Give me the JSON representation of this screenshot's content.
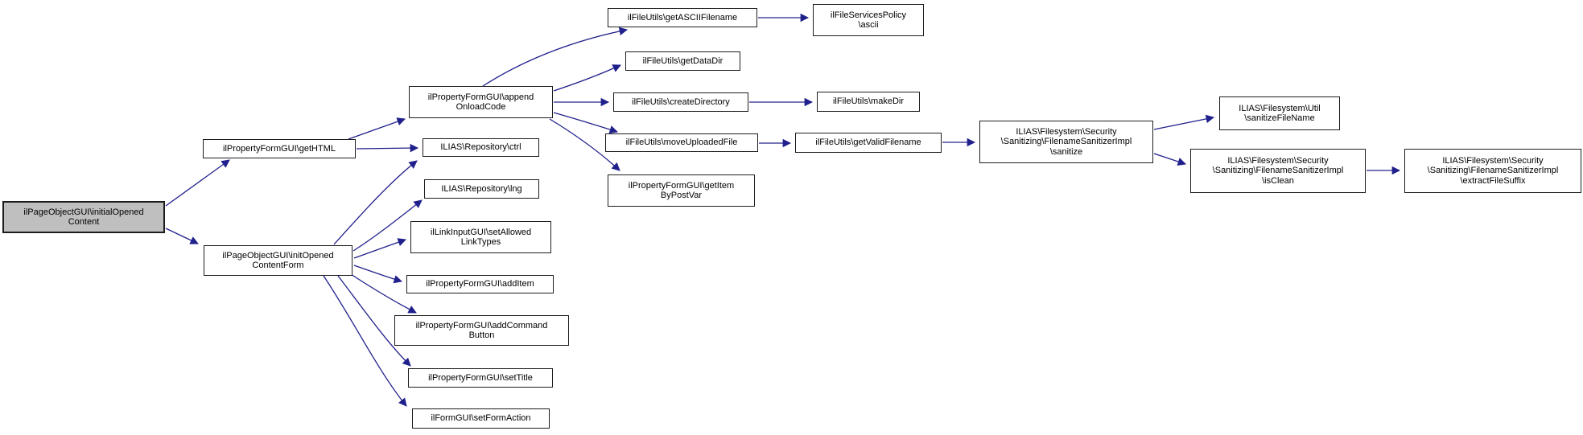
{
  "diagram": {
    "type": "call-graph",
    "colors": {
      "edge": "#20208c",
      "node_fill": "#ffffff",
      "node_border": "#1c1c1c",
      "highlight_fill": "#bfbfbf",
      "text": "#000000"
    },
    "nodes": [
      {
        "id": "initialOpenedContent",
        "label": "ilPageObjectGUI\\initialOpened\nContent",
        "highlighted": true
      },
      {
        "id": "getHTML",
        "label": "ilPropertyFormGUI\\getHTML",
        "highlighted": false
      },
      {
        "id": "appendOnloadCode",
        "label": "ilPropertyFormGUI\\append\nOnloadCode",
        "highlighted": false
      },
      {
        "id": "ctrl",
        "label": "ILIAS\\Repository\\ctrl",
        "highlighted": false
      },
      {
        "id": "getASCIIFilename",
        "label": "ilFileUtils\\getASCIIFilename",
        "highlighted": false
      },
      {
        "id": "ascii",
        "label": "ilFileServicesPolicy\n\\ascii",
        "highlighted": false
      },
      {
        "id": "getDataDir",
        "label": "ilFileUtils\\getDataDir",
        "highlighted": false
      },
      {
        "id": "createDirectory",
        "label": "ilFileUtils\\createDirectory",
        "highlighted": false
      },
      {
        "id": "makeDir",
        "label": "ilFileUtils\\makeDir",
        "highlighted": false
      },
      {
        "id": "moveUploadedFile",
        "label": "ilFileUtils\\moveUploadedFile",
        "highlighted": false
      },
      {
        "id": "getItemByPostVar",
        "label": "ilPropertyFormGUI\\getItem\nByPostVar",
        "highlighted": false
      },
      {
        "id": "getValidFilename",
        "label": "ilFileUtils\\getValidFilename",
        "highlighted": false
      },
      {
        "id": "sanitize",
        "label": "ILIAS\\Filesystem\\Security\n\\Sanitizing\\FilenameSanitizerImpl\n\\sanitize",
        "highlighted": false
      },
      {
        "id": "sanitizeFileName",
        "label": "ILIAS\\Filesystem\\Util\n\\sanitizeFileName",
        "highlighted": false
      },
      {
        "id": "isClean",
        "label": "ILIAS\\Filesystem\\Security\n\\Sanitizing\\FilenameSanitizerImpl\n\\isClean",
        "highlighted": false
      },
      {
        "id": "extractFileSuffix",
        "label": "ILIAS\\Filesystem\\Security\n\\Sanitizing\\FilenameSanitizerImpl\n\\extractFileSuffix",
        "highlighted": false
      },
      {
        "id": "initOpenedContentForm",
        "label": "ilPageObjectGUI\\initOpened\nContentForm",
        "highlighted": false
      },
      {
        "id": "lng",
        "label": "ILIAS\\Repository\\lng",
        "highlighted": false
      },
      {
        "id": "setAllowedLinkTypes",
        "label": "ilLinkInputGUI\\setAllowed\nLinkTypes",
        "highlighted": false
      },
      {
        "id": "addItem",
        "label": "ilPropertyFormGUI\\addItem",
        "highlighted": false
      },
      {
        "id": "addCommandButton",
        "label": "ilPropertyFormGUI\\addCommand\nButton",
        "highlighted": false
      },
      {
        "id": "setTitle",
        "label": "ilPropertyFormGUI\\setTitle",
        "highlighted": false
      },
      {
        "id": "setFormAction",
        "label": "ilFormGUI\\setFormAction",
        "highlighted": false
      }
    ],
    "edges": [
      {
        "from": "initialOpenedContent",
        "to": "getHTML"
      },
      {
        "from": "initialOpenedContent",
        "to": "initOpenedContentForm"
      },
      {
        "from": "getHTML",
        "to": "appendOnloadCode"
      },
      {
        "from": "getHTML",
        "to": "ctrl"
      },
      {
        "from": "appendOnloadCode",
        "to": "getASCIIFilename"
      },
      {
        "from": "appendOnloadCode",
        "to": "getDataDir"
      },
      {
        "from": "appendOnloadCode",
        "to": "createDirectory"
      },
      {
        "from": "appendOnloadCode",
        "to": "moveUploadedFile"
      },
      {
        "from": "appendOnloadCode",
        "to": "getItemByPostVar"
      },
      {
        "from": "getASCIIFilename",
        "to": "ascii"
      },
      {
        "from": "createDirectory",
        "to": "makeDir"
      },
      {
        "from": "moveUploadedFile",
        "to": "getValidFilename"
      },
      {
        "from": "getValidFilename",
        "to": "sanitize"
      },
      {
        "from": "sanitize",
        "to": "sanitizeFileName"
      },
      {
        "from": "sanitize",
        "to": "isClean"
      },
      {
        "from": "isClean",
        "to": "extractFileSuffix"
      },
      {
        "from": "initOpenedContentForm",
        "to": "ctrl"
      },
      {
        "from": "initOpenedContentForm",
        "to": "lng"
      },
      {
        "from": "initOpenedContentForm",
        "to": "setAllowedLinkTypes"
      },
      {
        "from": "initOpenedContentForm",
        "to": "addItem"
      },
      {
        "from": "initOpenedContentForm",
        "to": "addCommandButton"
      },
      {
        "from": "initOpenedContentForm",
        "to": "setTitle"
      },
      {
        "from": "initOpenedContentForm",
        "to": "setFormAction"
      }
    ]
  }
}
